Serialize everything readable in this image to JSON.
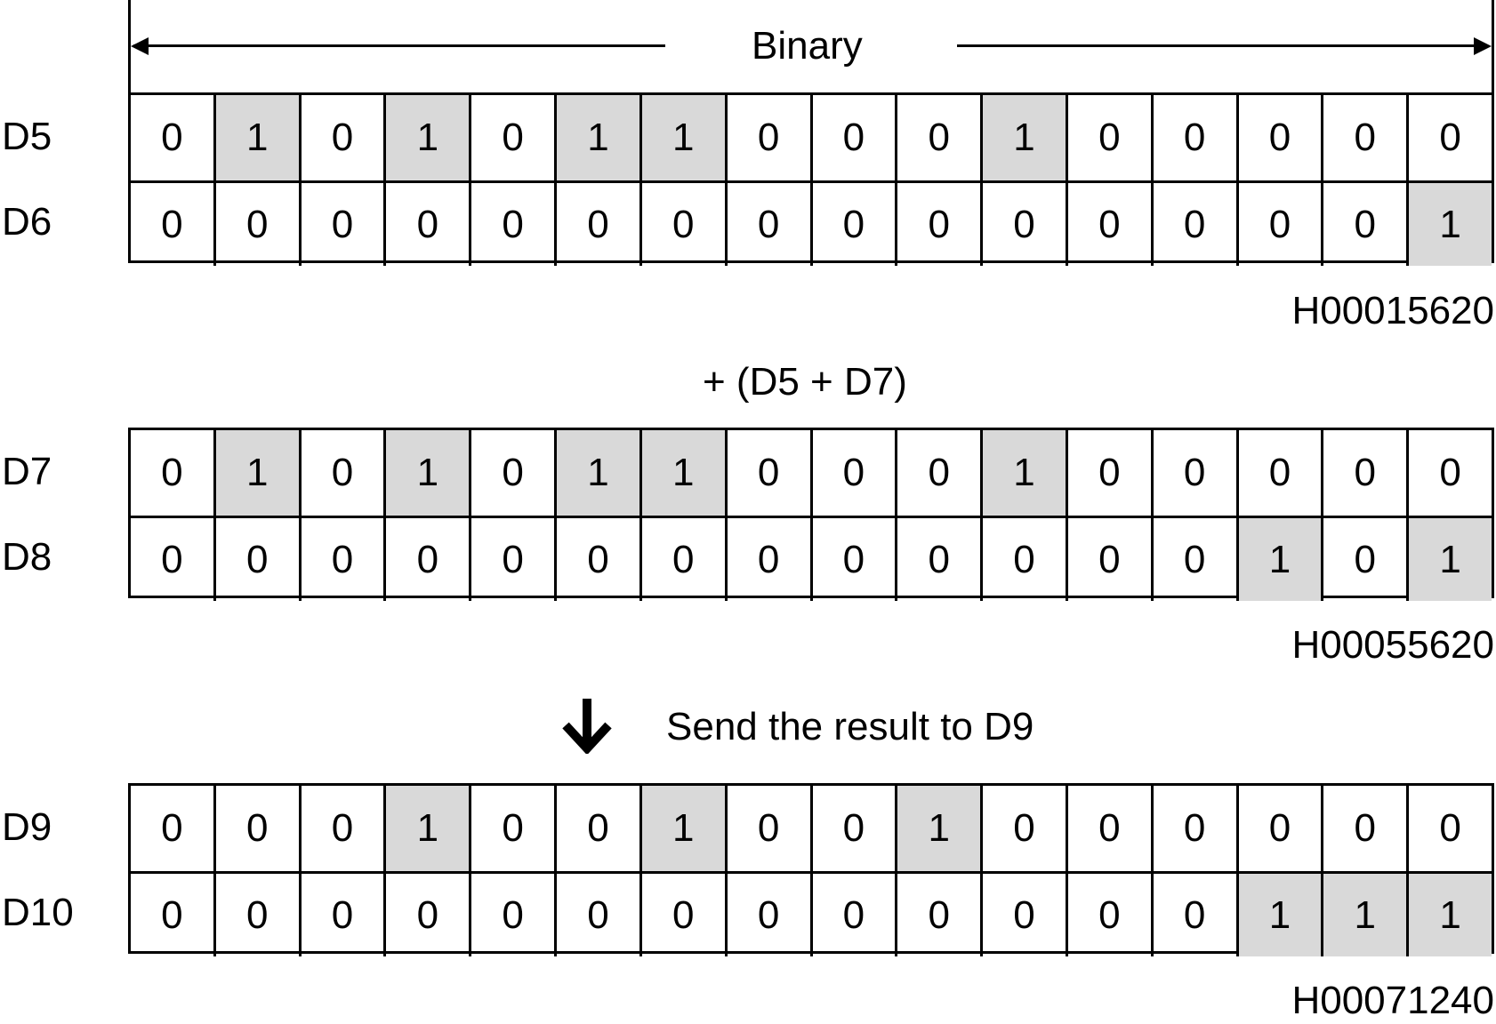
{
  "header": {
    "label": "Binary"
  },
  "groups": [
    {
      "rows": [
        {
          "name": "D5",
          "bits": [
            0,
            1,
            0,
            1,
            0,
            1,
            1,
            0,
            0,
            0,
            1,
            0,
            0,
            0,
            0,
            0
          ]
        },
        {
          "name": "D6",
          "bits": [
            0,
            0,
            0,
            0,
            0,
            0,
            0,
            0,
            0,
            0,
            0,
            0,
            0,
            0,
            0,
            1
          ]
        }
      ],
      "hex": "H00015620"
    },
    {
      "rows": [
        {
          "name": "D7",
          "bits": [
            0,
            1,
            0,
            1,
            0,
            1,
            1,
            0,
            0,
            0,
            1,
            0,
            0,
            0,
            0,
            0
          ]
        },
        {
          "name": "D8",
          "bits": [
            0,
            0,
            0,
            0,
            0,
            0,
            0,
            0,
            0,
            0,
            0,
            0,
            0,
            1,
            0,
            1
          ]
        }
      ],
      "hex": "H00055620"
    },
    {
      "rows": [
        {
          "name": "D9",
          "bits": [
            0,
            0,
            0,
            1,
            0,
            0,
            1,
            0,
            0,
            1,
            0,
            0,
            0,
            0,
            0,
            0
          ]
        },
        {
          "name": "D10",
          "bits": [
            0,
            0,
            0,
            0,
            0,
            0,
            0,
            0,
            0,
            0,
            0,
            0,
            0,
            1,
            1,
            1
          ]
        }
      ],
      "hex": "H00071240"
    }
  ],
  "operation": "+ (D5 + D7)",
  "result_text": "Send the result to D9",
  "colors": {
    "highlight": "#d9d9d9",
    "line": "#000000"
  }
}
